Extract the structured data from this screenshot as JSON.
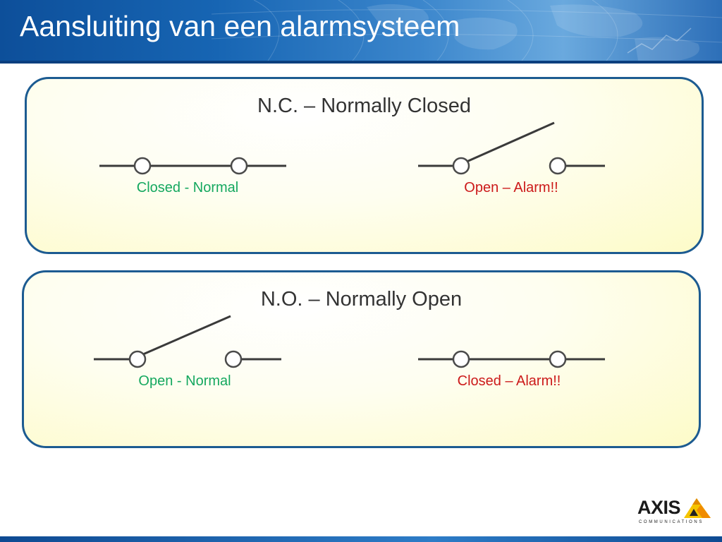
{
  "header": {
    "title": "Aansluiting van een alarmsysteem"
  },
  "panels": [
    {
      "title": "N.C. – Normally Closed",
      "states": [
        {
          "label": "Closed - Normal",
          "switch": "closed",
          "kind": "normal"
        },
        {
          "label": "Open – Alarm!!",
          "switch": "open",
          "kind": "alarm"
        }
      ]
    },
    {
      "title": "N.O. – Normally Open",
      "states": [
        {
          "label": "Open - Normal",
          "switch": "open",
          "kind": "normal"
        },
        {
          "label": "Closed – Alarm!!",
          "switch": "closed",
          "kind": "alarm"
        }
      ]
    }
  ],
  "colors": {
    "normal": "#15a85f",
    "alarm": "#cc1a1a",
    "border": "#1c5b91",
    "wire": "#3a3a3a"
  },
  "logo": {
    "word": "AXIS",
    "sub": "COMMUNICATIONS"
  }
}
